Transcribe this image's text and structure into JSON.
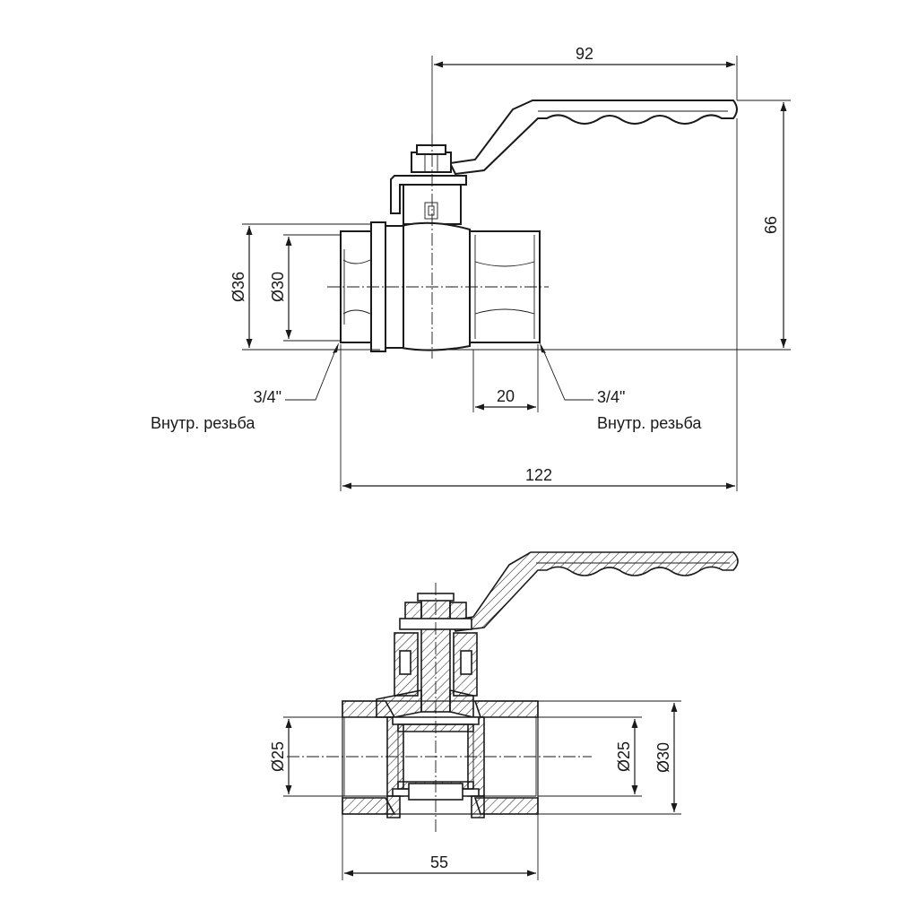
{
  "top_view": {
    "dim_handle_length": "92",
    "dim_height": "66",
    "dim_outer_diameter": "Ø36",
    "dim_inner_diameter": "Ø30",
    "dim_thread_length": "20",
    "dim_total_length": "122",
    "thread_left": {
      "size": "3/4\"",
      "type": "Внутр. резьба"
    },
    "thread_right": {
      "size": "3/4\"",
      "type": "Внутр. резьба"
    }
  },
  "section_view": {
    "dim_bore_left": "Ø25",
    "dim_bore_right": "Ø25",
    "dim_body_diameter": "Ø30",
    "dim_body_length": "55"
  }
}
